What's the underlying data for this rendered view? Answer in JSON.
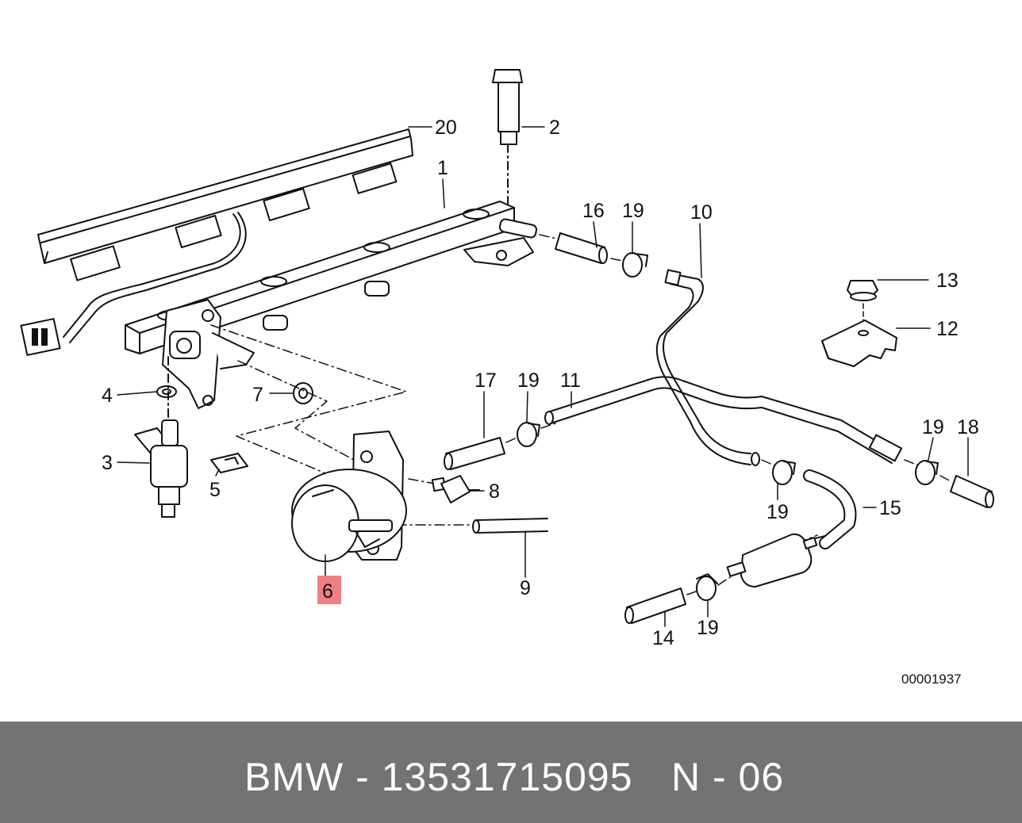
{
  "diagram": {
    "labels": [
      {
        "id": "1",
        "text": "1"
      },
      {
        "id": "2",
        "text": "2"
      },
      {
        "id": "3",
        "text": "3"
      },
      {
        "id": "4",
        "text": "4"
      },
      {
        "id": "5",
        "text": "5"
      },
      {
        "id": "6",
        "text": "6",
        "highlighted": true
      },
      {
        "id": "7",
        "text": "7"
      },
      {
        "id": "8",
        "text": "8"
      },
      {
        "id": "9",
        "text": "9"
      },
      {
        "id": "10",
        "text": "10"
      },
      {
        "id": "11",
        "text": "11"
      },
      {
        "id": "12",
        "text": "12"
      },
      {
        "id": "13",
        "text": "13"
      },
      {
        "id": "14",
        "text": "14"
      },
      {
        "id": "15",
        "text": "15"
      },
      {
        "id": "16",
        "text": "16"
      },
      {
        "id": "17",
        "text": "17"
      },
      {
        "id": "18",
        "text": "18"
      },
      {
        "id": "19a",
        "text": "19"
      },
      {
        "id": "19b",
        "text": "19"
      },
      {
        "id": "19c",
        "text": "19"
      },
      {
        "id": "19d",
        "text": "19"
      },
      {
        "id": "19e",
        "text": "19"
      },
      {
        "id": "20",
        "text": "20"
      }
    ],
    "drawing_number": "00001937",
    "highlight_color": "#f08080"
  },
  "footer": {
    "part": "BMW - 13531715095",
    "position": "N - 06",
    "background": "#737373"
  }
}
